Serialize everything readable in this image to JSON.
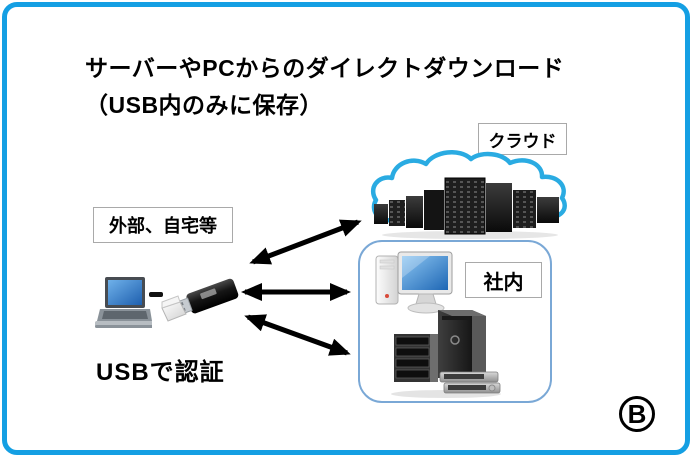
{
  "title": {
    "line1": "サーバーやPCからのダイレクトダウンロード",
    "line2": "（USB内のみに保存）"
  },
  "labels": {
    "cloud": "クラウド",
    "external": "外部、自宅等",
    "internal": "社内",
    "usb_auth": "USBで認証"
  },
  "badge": {
    "letter": "B"
  },
  "icons": {
    "cloud_servers": "cloud-servers-icon",
    "laptop": "laptop-icon",
    "usb_drive": "usb-flash-drive-icon",
    "desktop_pc": "desktop-pc-icon",
    "server_rack": "server-rack-icon"
  },
  "arrows": [
    {
      "name": "usb-cloud-arrow",
      "from": "usb-drive",
      "to": "cloud-servers",
      "bidirectional": true
    },
    {
      "name": "usb-desktop-arrow",
      "from": "usb-drive",
      "to": "desktop-pc",
      "bidirectional": true
    },
    {
      "name": "usb-server-arrow",
      "from": "usb-drive",
      "to": "server-rack",
      "bidirectional": true
    }
  ],
  "colors": {
    "frame_border": "#149fe3",
    "cloud_outline": "#2aabe2",
    "internal_box_border": "#7aa8d6",
    "label_box_border": "#a9a9a9",
    "arrow": "#000000",
    "screen_blue": "#2d7dd2"
  }
}
